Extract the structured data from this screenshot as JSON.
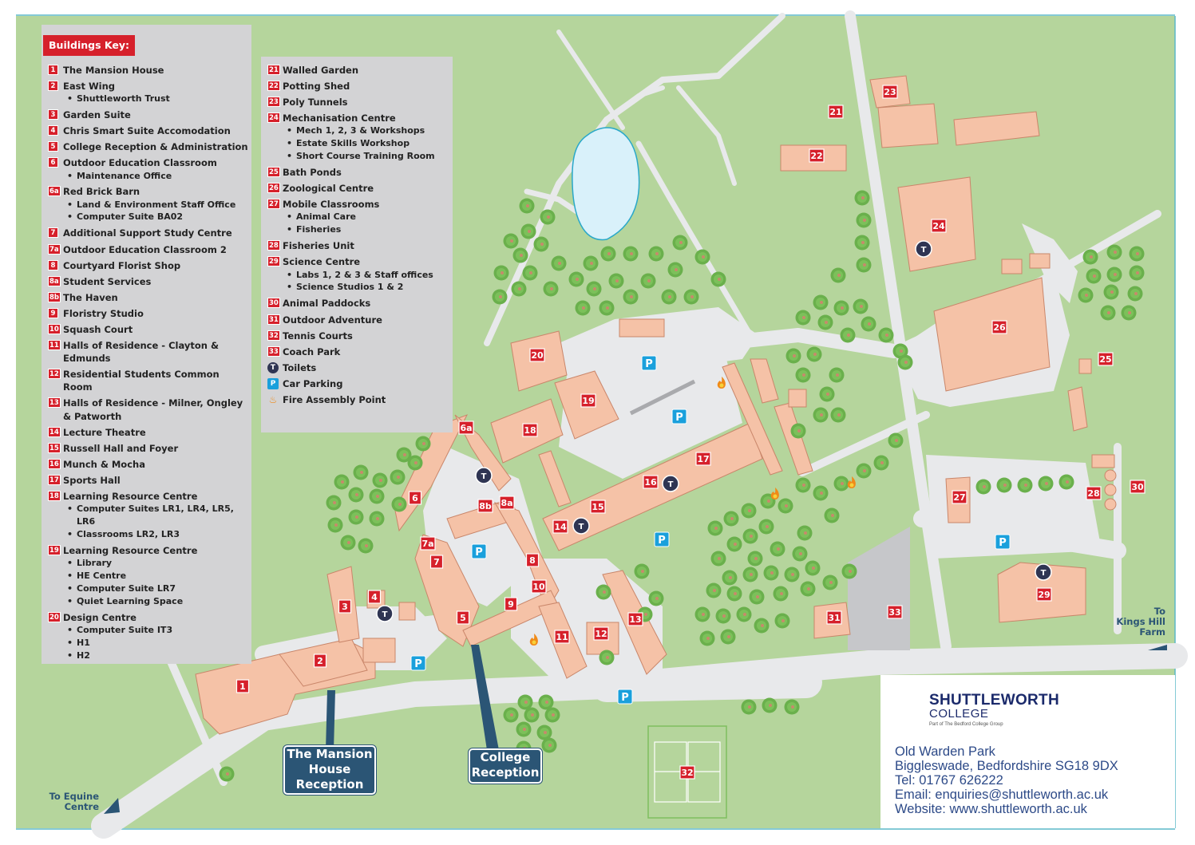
{
  "key_title": "Buildings Key:",
  "key_left": [
    {
      "num": "1",
      "name": "The Mansion House",
      "subs": []
    },
    {
      "num": "2",
      "name": "East Wing",
      "subs": [
        "Shuttleworth Trust"
      ]
    },
    {
      "num": "3",
      "name": "Garden Suite",
      "subs": []
    },
    {
      "num": "4",
      "name": "Chris Smart Suite Accomodation",
      "subs": []
    },
    {
      "num": "5",
      "name": "College Reception & Administration",
      "subs": []
    },
    {
      "num": "6",
      "name": "Outdoor Education Classroom",
      "subs": [
        "Maintenance Office"
      ]
    },
    {
      "num": "6a",
      "name": "Red Brick Barn",
      "subs": [
        "Land & Environment Staff Office",
        "Computer Suite BA02"
      ]
    },
    {
      "num": "7",
      "name": "Additional Support Study Centre",
      "subs": []
    },
    {
      "num": "7a",
      "name": "Outdoor Education Classroom 2",
      "subs": []
    },
    {
      "num": "8",
      "name": "Courtyard Florist Shop",
      "subs": []
    },
    {
      "num": "8a",
      "name": "Student Services",
      "subs": []
    },
    {
      "num": "8b",
      "name": "The Haven",
      "subs": []
    },
    {
      "num": "9",
      "name": "Floristry Studio",
      "subs": []
    },
    {
      "num": "10",
      "name": "Squash Court",
      "subs": []
    },
    {
      "num": "11",
      "name": "Halls of Residence - Clayton & Edmunds",
      "subs": []
    },
    {
      "num": "12",
      "name": "Residential Students Common Room",
      "subs": []
    },
    {
      "num": "13",
      "name": "Halls of Residence - Milner, Ongley & Patworth",
      "subs": []
    },
    {
      "num": "14",
      "name": "Lecture Theatre",
      "subs": []
    },
    {
      "num": "15",
      "name": "Russell Hall and Foyer",
      "subs": []
    },
    {
      "num": "16",
      "name": "Munch & Mocha",
      "subs": []
    },
    {
      "num": "17",
      "name": "Sports Hall",
      "subs": []
    },
    {
      "num": "18",
      "name": "Learning Resource Centre",
      "subs": [
        "Computer Suites LR1, LR4, LR5, LR6",
        "Classrooms LR2, LR3"
      ]
    },
    {
      "num": "19",
      "name": "Learning Resource Centre",
      "subs": [
        "Library",
        "HE Centre",
        "Computer Suite LR7",
        "Quiet Learning Space"
      ]
    },
    {
      "num": "20",
      "name": "Design Centre",
      "subs": [
        "Computer Suite IT3",
        "H1",
        "H2"
      ]
    }
  ],
  "key_right": [
    {
      "num": "21",
      "name": "Walled Garden",
      "subs": []
    },
    {
      "num": "22",
      "name": "Potting Shed",
      "subs": []
    },
    {
      "num": "23",
      "name": "Poly Tunnels",
      "subs": []
    },
    {
      "num": "24",
      "name": "Mechanisation Centre",
      "subs": [
        "Mech 1, 2, 3 & Workshops",
        "Estate Skills Workshop",
        "Short Course Training Room"
      ]
    },
    {
      "num": "25",
      "name": "Bath Ponds",
      "subs": []
    },
    {
      "num": "26",
      "name": "Zoological Centre",
      "subs": []
    },
    {
      "num": "27",
      "name": "Mobile Classrooms",
      "subs": [
        "Animal Care",
        "Fisheries"
      ]
    },
    {
      "num": "28",
      "name": "Fisheries Unit",
      "subs": []
    },
    {
      "num": "29",
      "name": "Science Centre",
      "subs": [
        "Labs 1, 2 & 3 & Staff offices",
        "Science Studios 1 & 2"
      ]
    },
    {
      "num": "30",
      "name": "Animal Paddocks",
      "subs": []
    },
    {
      "num": "31",
      "name": "Outdoor Adventure",
      "subs": []
    },
    {
      "num": "32",
      "name": "Tennis Courts",
      "subs": []
    },
    {
      "num": "33",
      "name": "Coach Park",
      "subs": []
    }
  ],
  "key_symbols": [
    {
      "symbol": "T",
      "type": "toilet",
      "name": "Toilets"
    },
    {
      "symbol": "P",
      "type": "parking",
      "name": "Car Parking"
    },
    {
      "symbol": "fire-icon",
      "type": "fire",
      "name": "Fire Assembly Point"
    }
  ],
  "colors": {
    "grass": "#b5d59c",
    "road": "#e8e9eb",
    "building": "#f5c2a7",
    "building_edge": "#c9866a",
    "label_red": "#d6202b",
    "tree": "#6ab04c",
    "water": "#d9f1fa",
    "callout": "#2b5575",
    "toilet": "#2f3553",
    "parking": "#1aa0dc",
    "fire": "#f08a18"
  },
  "building_labels": [
    "1",
    "2",
    "3",
    "4",
    "5",
    "6",
    "6a",
    "7",
    "7a",
    "8",
    "8a",
    "8b",
    "9",
    "10",
    "11",
    "12",
    "13",
    "14",
    "15",
    "16",
    "17",
    "18",
    "19",
    "20",
    "21",
    "22",
    "23",
    "24",
    "25",
    "26",
    "27",
    "28",
    "29",
    "30",
    "31",
    "32",
    "33"
  ],
  "toilet_symbol": "T",
  "parking_symbol": "P",
  "callouts": {
    "mansion": [
      "The Mansion",
      "House",
      "Reception"
    ],
    "college": [
      "College",
      "Reception"
    ]
  },
  "directions": {
    "equine": [
      "To Equine",
      "Centre"
    ],
    "kings_hill": [
      "To",
      "Kings Hill",
      "Farm"
    ]
  },
  "college": {
    "name": "SHUTTLEWORTH",
    "sub": "COLLEGE",
    "tagline": "Part of The Bedford College Group",
    "address1": "Old Warden Park",
    "address2": "Biggleswade, Bedfordshire SG18 9DX",
    "tel": "Tel: 01767 626222",
    "email": "Email: enquiries@shuttleworth.ac.uk",
    "website": "Website: www.shuttleworth.ac.uk"
  }
}
